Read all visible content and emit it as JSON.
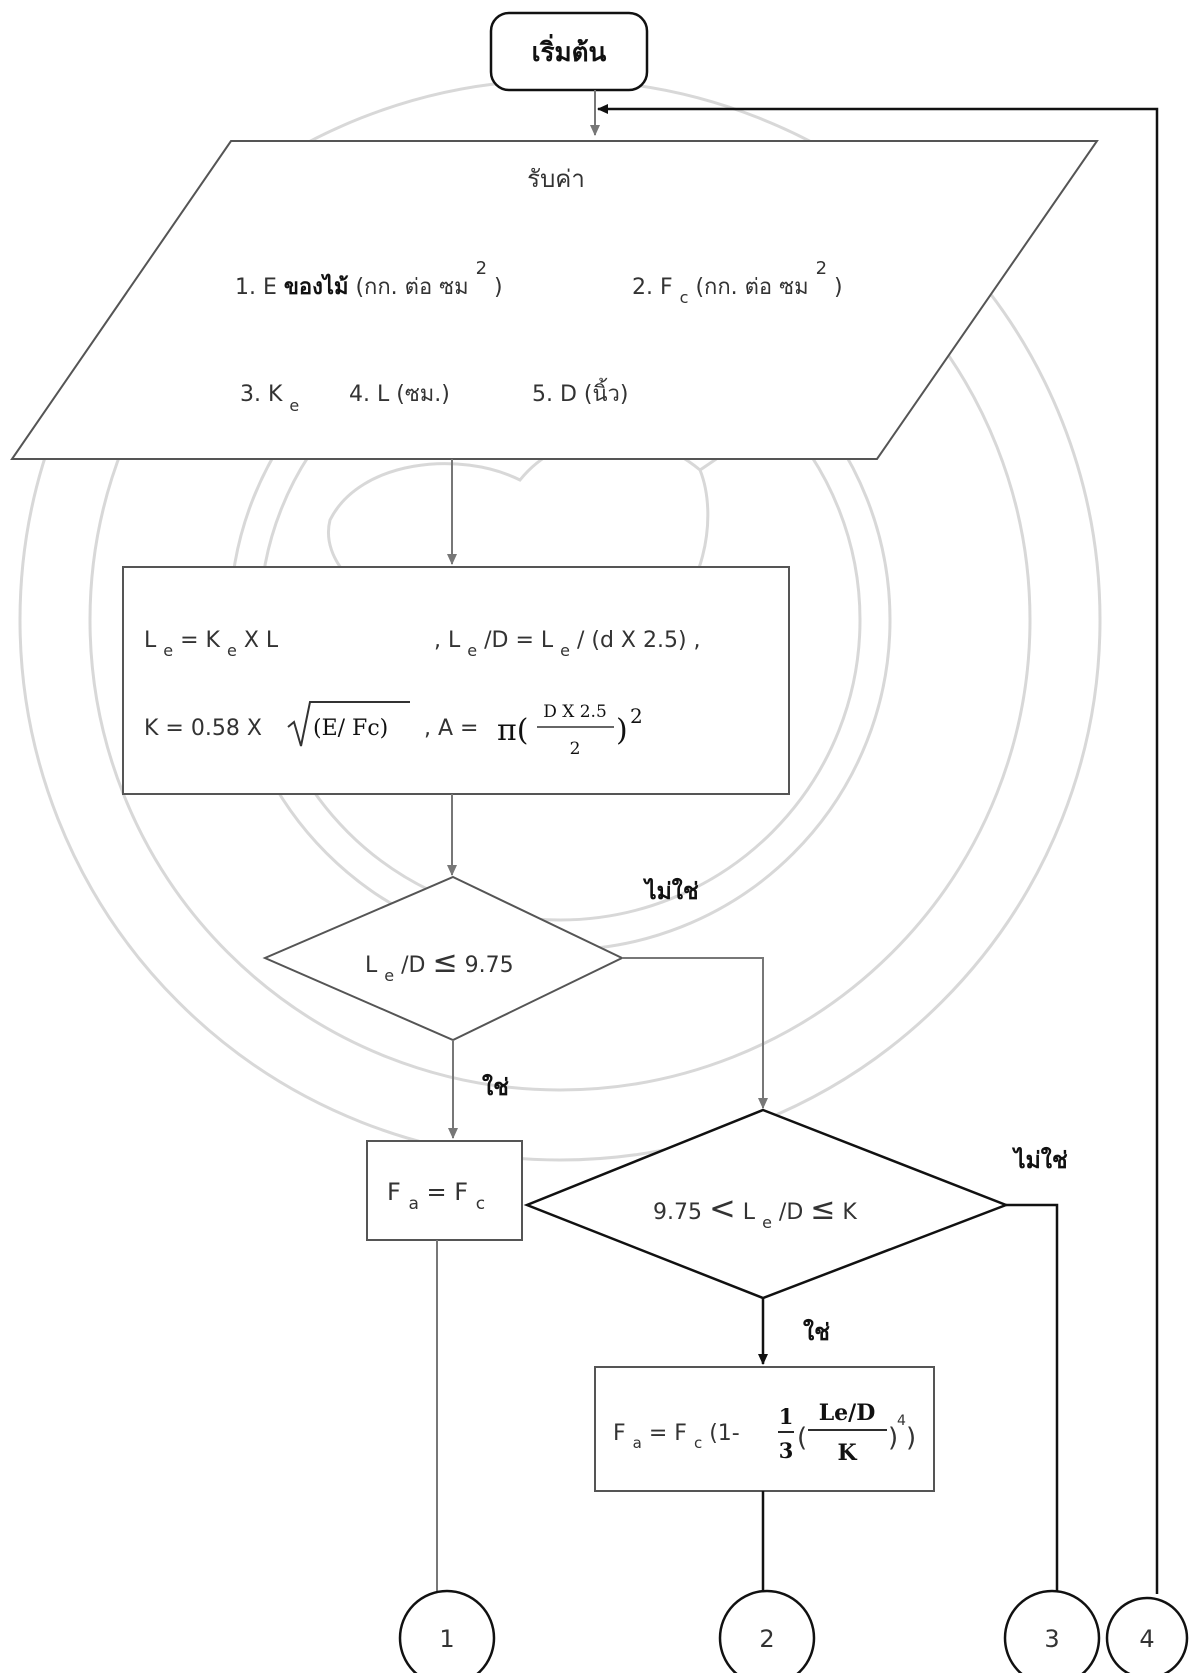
{
  "start": {
    "label": "เริ่มต้น"
  },
  "input": {
    "title": "รับค่า",
    "item1": {
      "num": "1. E",
      "mid": "ของไม้",
      "unit": "(กก. ต่อ ซม",
      "exp": "2",
      "close": ")"
    },
    "item2": {
      "num": "2. F",
      "sub": "c",
      "unit": "(กก. ต่อ ซม",
      "exp": "2",
      "close": ")"
    },
    "item3": {
      "num": "3. K",
      "sub": "e"
    },
    "item4": {
      "text": "4.  L (ซม.)"
    },
    "item5": {
      "text": "5. D (นิ้ว)"
    }
  },
  "process": {
    "le_lhs": "L",
    "le_lhs_sub": "e",
    "le_eq": "=  K",
    "le_eq_sub": "e",
    "le_rhs": " X L",
    "led_comma": ",  L",
    "led_sub": "e",
    "led_mid": "/D = L",
    "led_sub2": "e",
    "led_rhs": " / (d X 2.5) ,",
    "k_text": "K = 0.58 X",
    "k_sqrt": "(E/ Fc)",
    "a_comma": ", A = ",
    "a_pi": "π(",
    "a_num": "D X 2.5",
    "a_den": "2",
    "a_close": ")",
    "a_exp": "2"
  },
  "decision1": {
    "pre": "L",
    "sub": "e",
    "post": "/D",
    "op": "≤",
    "val": "9.75"
  },
  "decision2": {
    "pre": "9.75",
    "op1": "<",
    "mid": "L",
    "sub": "e",
    "post": "/D ",
    "op2": "≤",
    "val": "K"
  },
  "box_fa_fc": {
    "lhs": "F",
    "lhs_sub": "a",
    "eq": "=  F",
    "rhs_sub": "c"
  },
  "box_formula": {
    "lhs": "F",
    "lhs_sub": "a",
    "eq": "=  F",
    "rhs_sub": "c",
    "open": "(1-",
    "frac_num": "1",
    "frac_den": "3",
    "paren": "(",
    "frac2_num": "Le/D",
    "frac2_den": "K",
    "close": ")",
    "exp": "4",
    "end": ")"
  },
  "labels": {
    "no1": "ไม่ใช่",
    "yes1": "ใช่",
    "no2": "ไม่ใช่",
    "yes2": "ใช่"
  },
  "connectors": [
    "1",
    "2",
    "3",
    "4"
  ]
}
